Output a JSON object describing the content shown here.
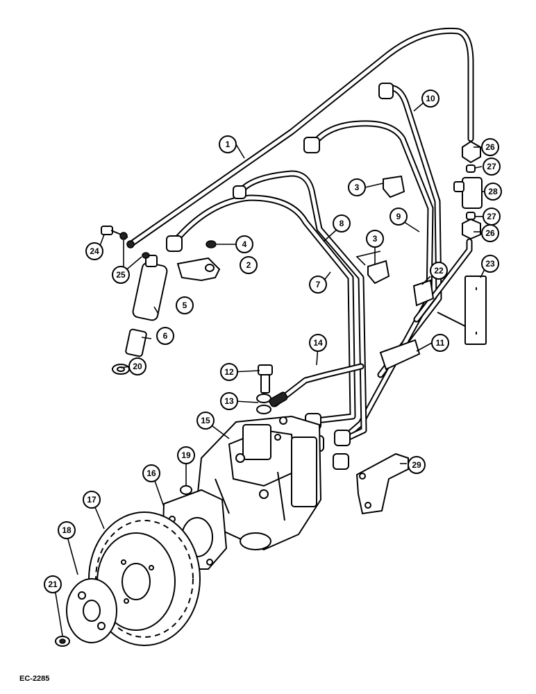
{
  "callouts": [
    {
      "label": "1"
    },
    {
      "label": "2"
    },
    {
      "label": "3"
    },
    {
      "label": "3"
    },
    {
      "label": "4"
    },
    {
      "label": "5"
    },
    {
      "label": "6"
    },
    {
      "label": "7"
    },
    {
      "label": "8"
    },
    {
      "label": "9"
    },
    {
      "label": "10"
    },
    {
      "label": "11"
    },
    {
      "label": "12"
    },
    {
      "label": "13"
    },
    {
      "label": "14"
    },
    {
      "label": "15"
    },
    {
      "label": "16"
    },
    {
      "label": "17"
    },
    {
      "label": "18"
    },
    {
      "label": "19"
    },
    {
      "label": "20"
    },
    {
      "label": "21"
    },
    {
      "label": "22"
    },
    {
      "label": "23"
    },
    {
      "label": "24"
    },
    {
      "label": "25"
    },
    {
      "label": "26"
    },
    {
      "label": "26"
    },
    {
      "label": "27"
    },
    {
      "label": "27"
    },
    {
      "label": "28"
    },
    {
      "label": "29"
    }
  ],
  "figure_reference": "EC-2285"
}
